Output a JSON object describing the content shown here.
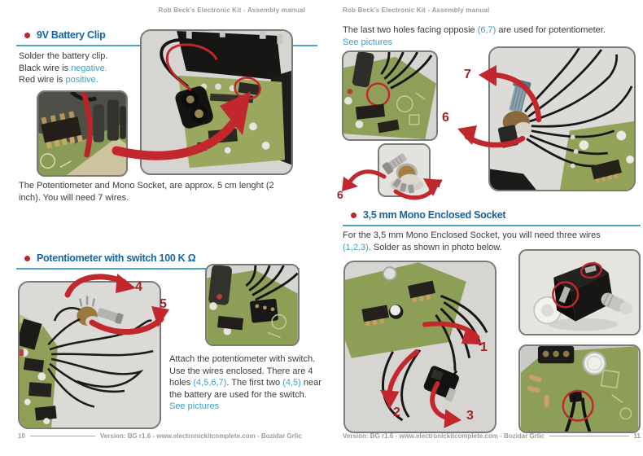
{
  "colors": {
    "heading_blue": "#19649E",
    "rule_teal": "#4BA4C2",
    "bullet_red": "#B32B2B",
    "link_blue": "#3AA0C6",
    "arrow_red": "#C1272D",
    "body_text": "#3B3B3B",
    "header_gray": "#98A096"
  },
  "running_header": "Rob Beck's Electronic Kit - Assembly manual",
  "footer": {
    "version_line": "Version: BG r1.6 - www.electronickitcomplete.com - Bozidar Grlic",
    "left_page_number": "10",
    "right_page_number": "11"
  },
  "left_page": {
    "battery_section": {
      "title": "9V Battery Clip",
      "line1": "Solder the battery clip.",
      "line2_prefix": "Black wire is ",
      "line2_highlight": "negative.",
      "line3_prefix": "Red wire is ",
      "line3_highlight": "positive.",
      "caption": "The Potentiometer and Mono Socket, are approx. 5 cm lenght (2 inch). You will need 7 wires."
    },
    "pot_section": {
      "title": "Potentiometer with switch 100 K Ω",
      "body_part1": "Attach the potentiometer with switch. Use the wires enclosed. There are 4 holes ",
      "body_highlight1": "(4,5,6,7)",
      "body_part2": ". The first two ",
      "body_highlight2": "(4,5)",
      "body_part3": " near the battery are used for the switch.",
      "see_pictures": "See pictures",
      "label_4": "4",
      "label_5": "5"
    }
  },
  "right_page": {
    "pot_continued": {
      "intro_part1": "The last two holes facing opposie ",
      "intro_highlight": "(6,7)",
      "intro_part2": " are used for potentiometer.",
      "see_pictures": "See pictures",
      "label_7": "7",
      "label_6": "6",
      "label_6_small": "6",
      "label_7_small": "7"
    },
    "socket_section": {
      "title": "3,5 mm Mono Enclosed Socket",
      "body_part1": "For the 3,5 mm Mono Enclosed Socket, you will need three wires ",
      "body_highlight": "(1,2,3)",
      "body_part2": ". Solder as shown in photo below.",
      "label_1": "1",
      "label_2": "2",
      "label_3": "3"
    }
  }
}
